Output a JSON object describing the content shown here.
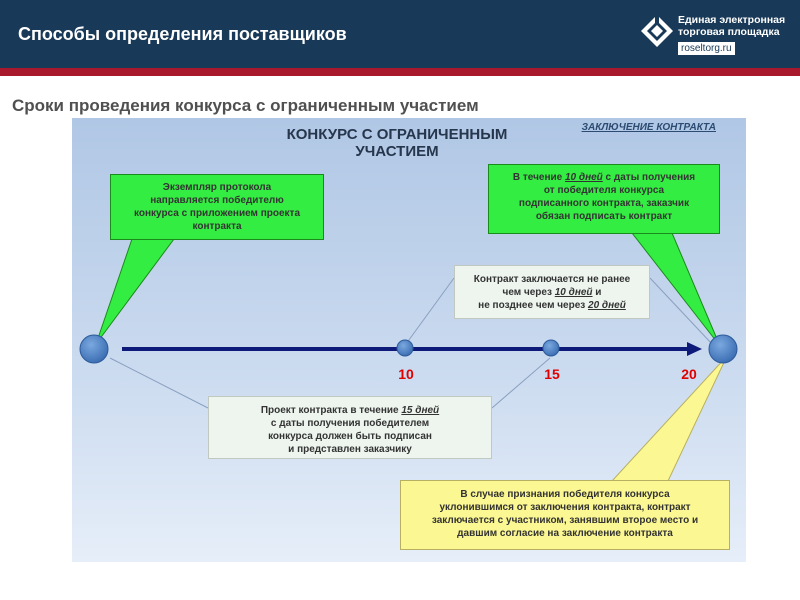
{
  "header": {
    "title": "Способы определения поставщиков",
    "logo_text": "Единая электронная торговая площадка",
    "logo_url": "roseltorg.ru"
  },
  "subtitle": "Сроки проведения конкурса с ограниченным участием",
  "panel": {
    "title": "КОНКУРС С ОГРАНИЧЕННЫМ\nУЧАСТИЕМ",
    "stage_label": "ЗАКЛЮЧЕНИЕ КОНТРАКТА"
  },
  "timeline": {
    "ticks": [
      "10",
      "15",
      "20"
    ]
  },
  "callouts": {
    "protocol": "Экземпляр протокола\nнаправляется победителю\nконкурса с приложением проекта\nконтракта",
    "sign": {
      "pre": "В течение ",
      "days": "10 дней",
      "post": " с даты получения\nот победителя конкурса\nподписанного контракта, заказчик\nобязан подписать контракт"
    },
    "term": {
      "line1": "Контракт заключается не ранее",
      "pre2": "чем через ",
      "days1": "10 дней",
      "post2": " и",
      "pre3": "не позднее чем через ",
      "days2": "20 дней"
    },
    "draft": {
      "pre": "Проект контракта в течение ",
      "days": "15 дней",
      "post": "\nс даты получения  победителем\nконкурса должен быть подписан\nи представлен заказчику"
    },
    "evade": "В случае признания победителя конкурса\nуклонившимся от заключения контракта, контракт\nзаключается с участником, занявшим второе место и\nдавшим согласие на заключение контракта"
  },
  "colors": {
    "header": "#183957",
    "stripe": "#a8192e",
    "green_callout": "#34ed42",
    "yellow_callout": "#fbf792",
    "arrow": "#0d1a7a",
    "tick_label": "#e00000"
  }
}
